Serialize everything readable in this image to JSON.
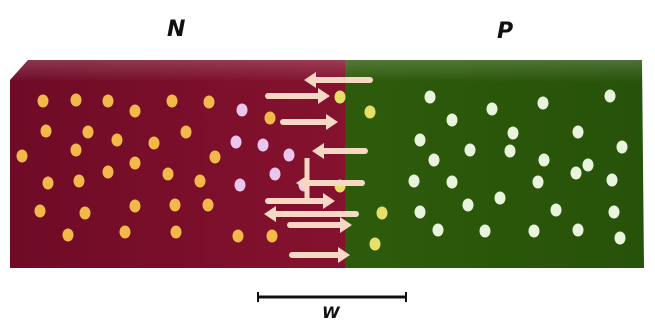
{
  "labels": {
    "n_region": "N",
    "p_region": "P",
    "width": "W"
  },
  "colors": {
    "n_region": "#7a0f2a",
    "p_region": "#2f5a0c",
    "electron": "#f2b84a",
    "hole": "#e8f5dc",
    "depletion_ion": "#eac6ef",
    "arrow": "#f6d8c4",
    "dimension_bar": "#111111"
  }
}
